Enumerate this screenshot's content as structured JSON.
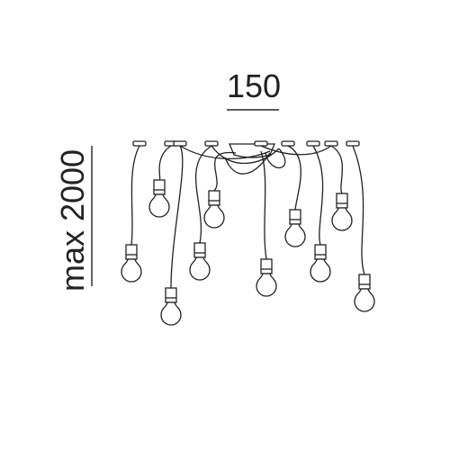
{
  "dimensions": {
    "width_label": "150",
    "height_label": "max 2000"
  },
  "lamp": {
    "pendant_count": 10
  }
}
